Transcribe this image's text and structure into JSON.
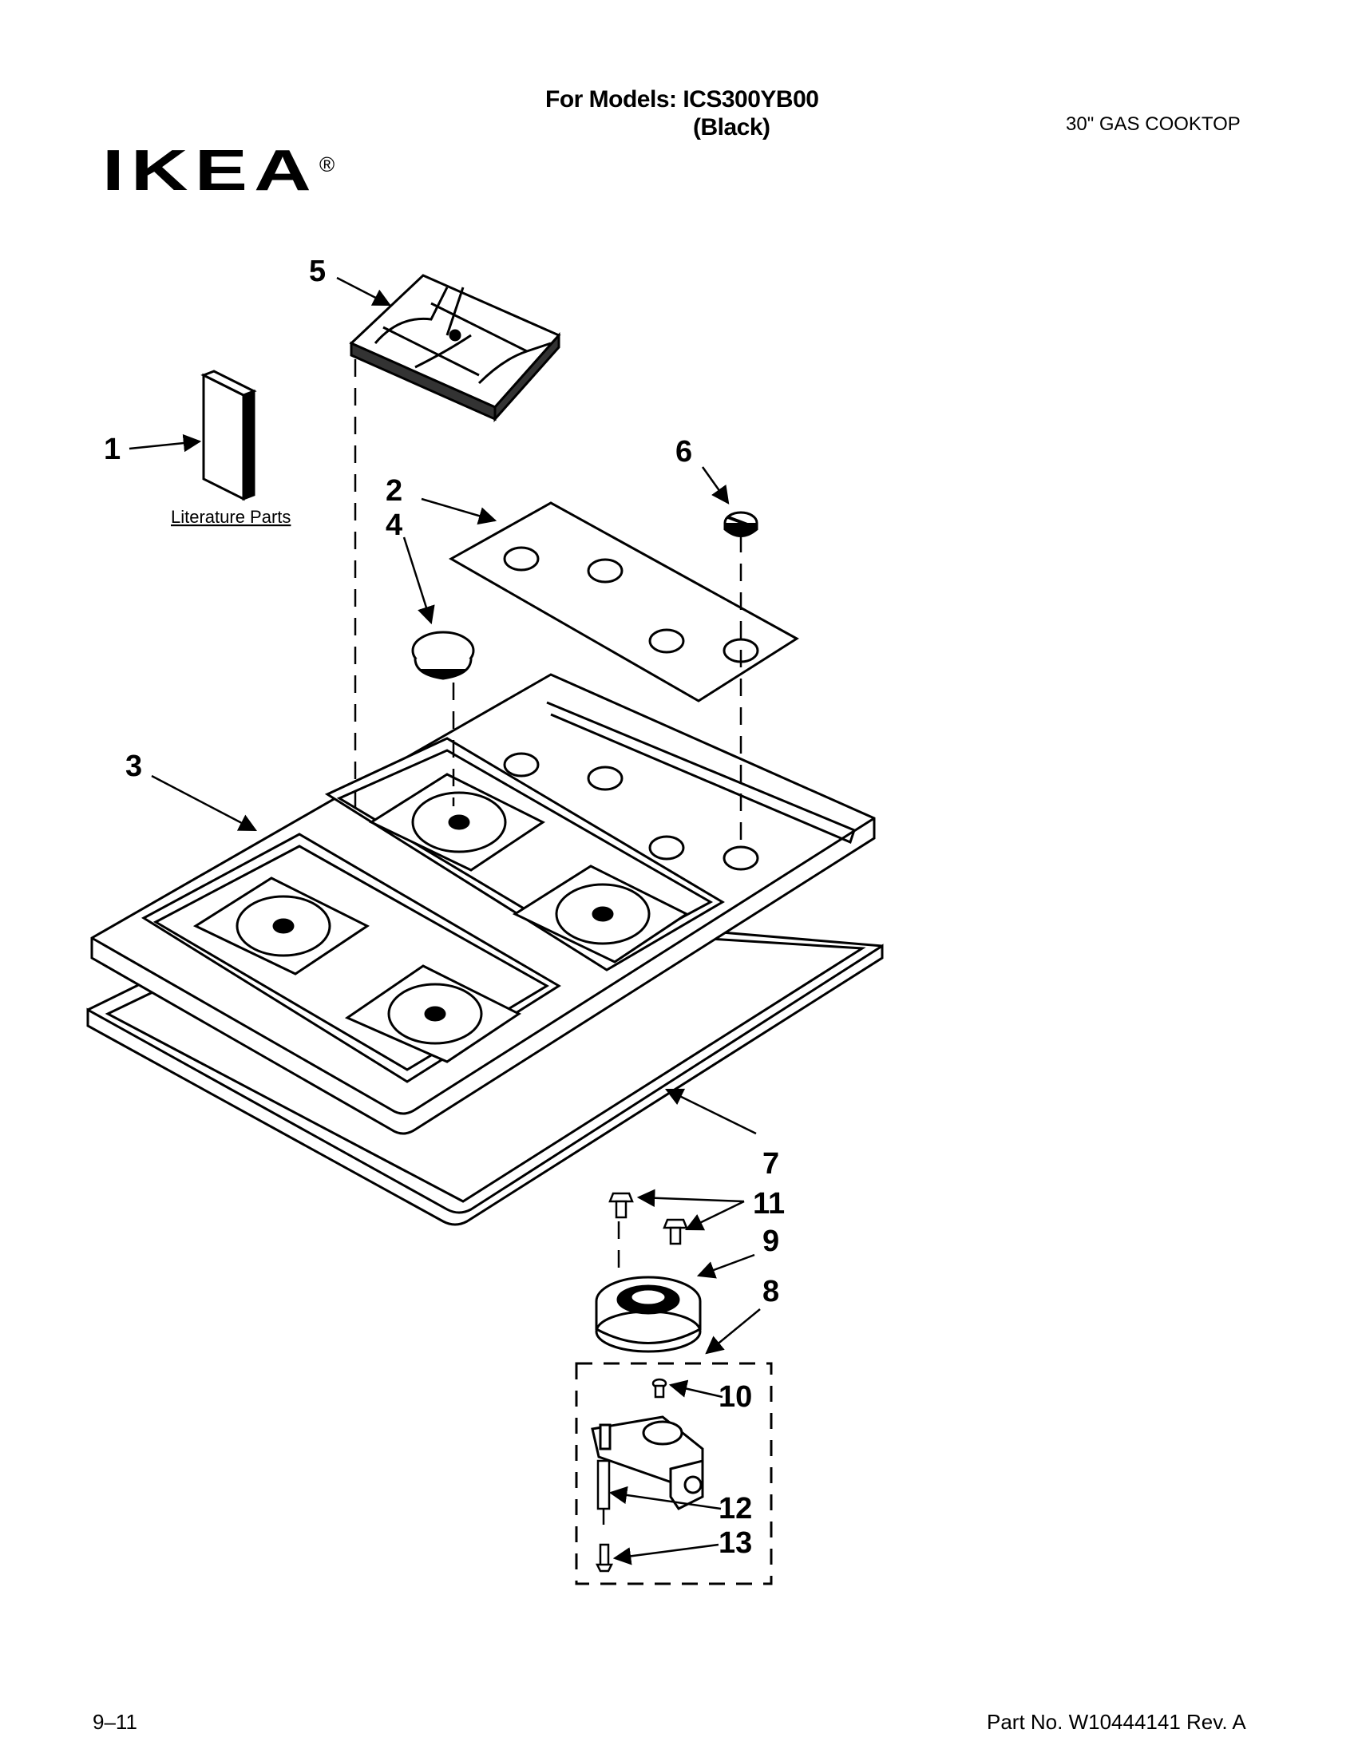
{
  "header": {
    "models_label": "For Models: ICS300YB00",
    "color_label": "(Black)",
    "product_type": "30\" GAS COOKTOP",
    "brand_logo": "IKEA"
  },
  "diagram": {
    "callouts": [
      "1",
      "2",
      "3",
      "4",
      "5",
      "6",
      "7",
      "8",
      "9",
      "10",
      "11",
      "12",
      "13"
    ],
    "literature_label": "Literature Parts"
  },
  "footer": {
    "page_number": "9–11",
    "part_number": "Part No. W10444141 Rev. A"
  }
}
